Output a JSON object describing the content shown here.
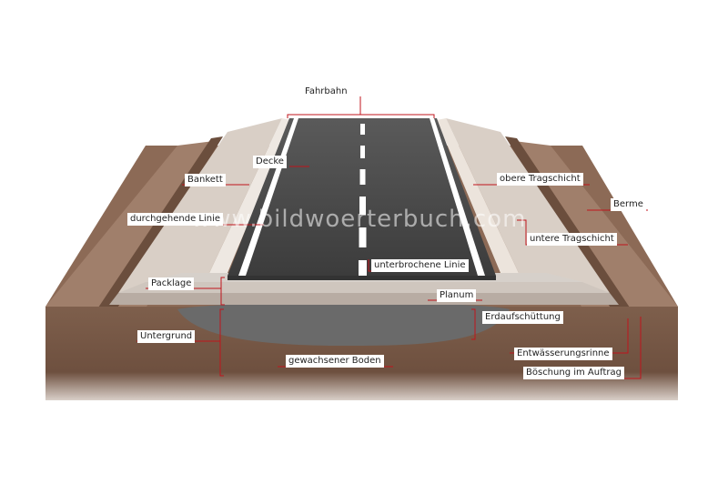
{
  "watermark": "www.bildwoerterbuch.com",
  "labels": {
    "fahrbahn": "Fahrbahn",
    "decke": "Decke",
    "bankett": "Bankett",
    "durchgehende_linie": "durchgehende Linie",
    "obere_tragschicht": "obere Tragschicht",
    "berme": "Berme",
    "untere_tragschicht": "untere Tragschicht",
    "unterbrochene_linie": "unterbrochene Linie",
    "packlage": "Packlage",
    "planum": "Planum",
    "erdaufschuettung": "Erdaufschüttung",
    "untergrund": "Untergrund",
    "gewachsener_boden": "gewachsener Boden",
    "entwaesserungsrinne": "Entwässerungsrinne",
    "boeschung": "Böschung im Auftrag"
  },
  "colors": {
    "leader": "#c0141c",
    "asphalt": "#4a4a4a",
    "ground": "#7a5a48",
    "embankment": "#a98a78"
  }
}
